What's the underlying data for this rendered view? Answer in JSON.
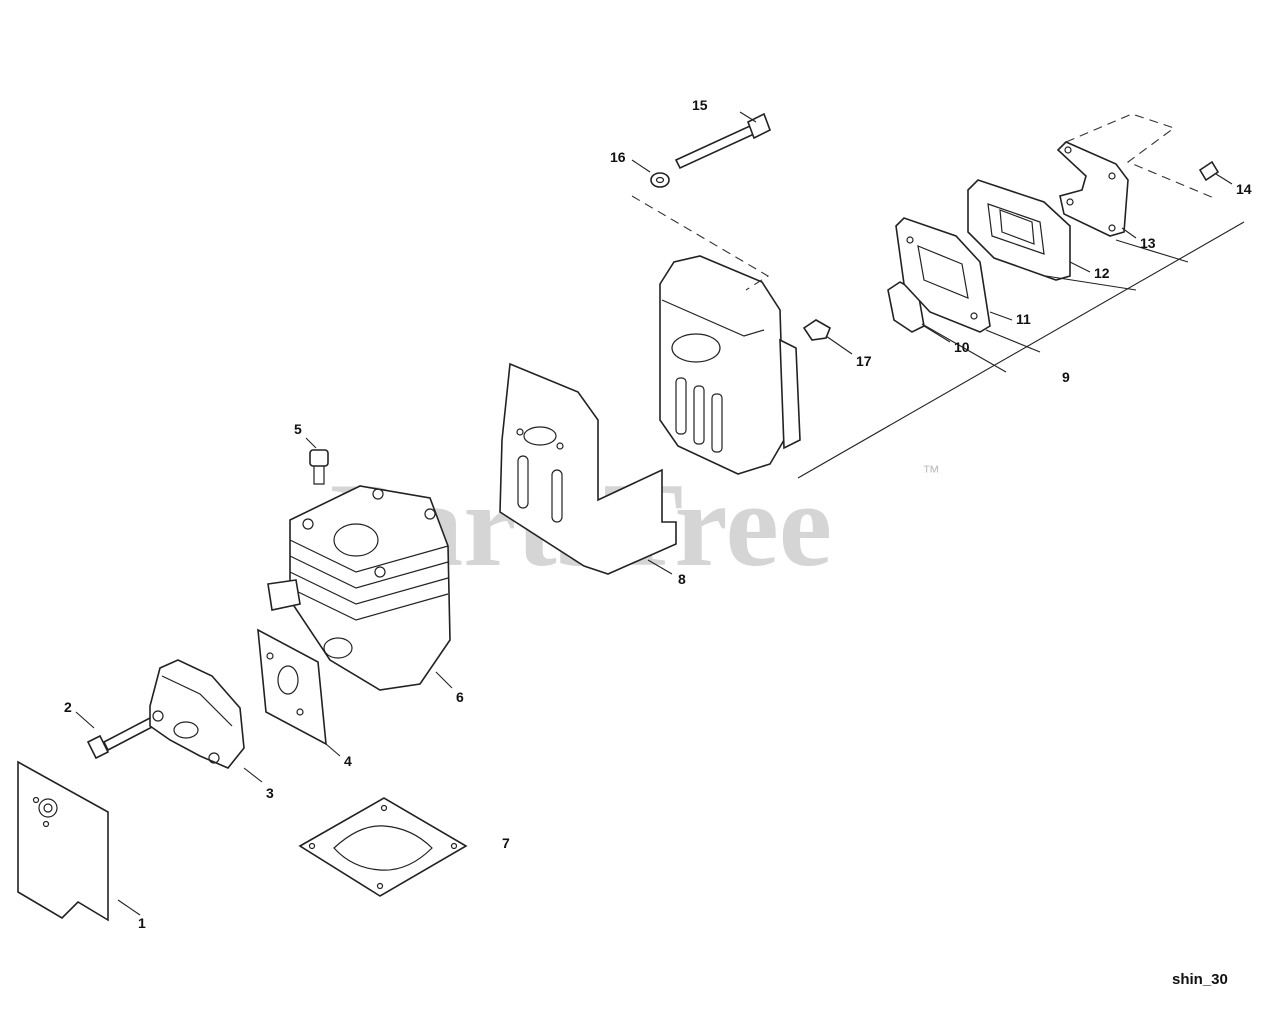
{
  "watermark": {
    "text": "PartsTree",
    "trademark": "™"
  },
  "figure_ref": "shin_30",
  "callouts": [
    {
      "num": "1"
    },
    {
      "num": "2"
    },
    {
      "num": "3"
    },
    {
      "num": "4"
    },
    {
      "num": "5"
    },
    {
      "num": "6"
    },
    {
      "num": "7"
    },
    {
      "num": "8"
    },
    {
      "num": "9"
    },
    {
      "num": "10"
    },
    {
      "num": "11"
    },
    {
      "num": "12"
    },
    {
      "num": "13"
    },
    {
      "num": "14"
    },
    {
      "num": "15"
    },
    {
      "num": "16"
    },
    {
      "num": "17"
    }
  ]
}
